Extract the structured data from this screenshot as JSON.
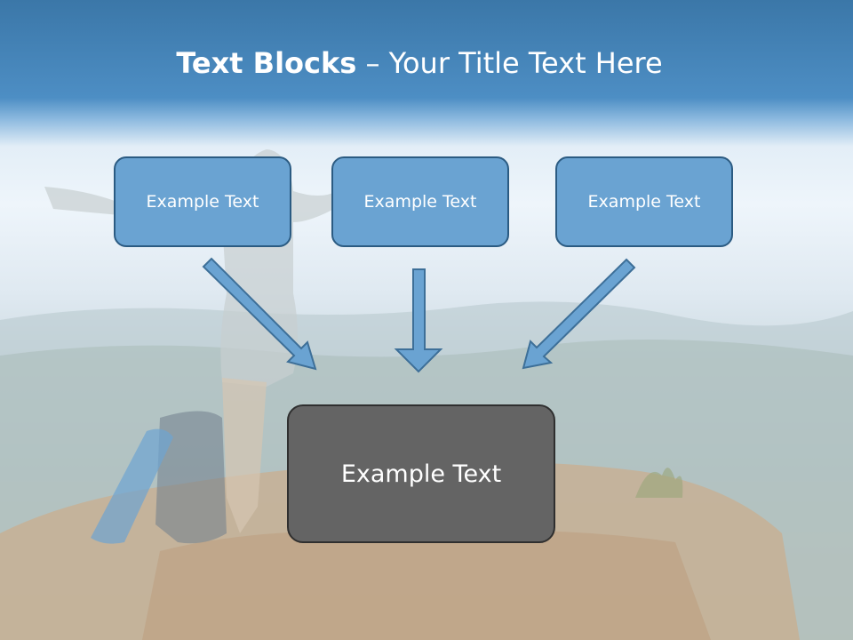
{
  "title": {
    "bold": "Text Blocks",
    "separator": " – ",
    "rest": "Your Title Text Here"
  },
  "top_boxes": [
    {
      "label": "Example Text"
    },
    {
      "label": "Example Text"
    },
    {
      "label": "Example Text"
    }
  ],
  "main_box": {
    "label": "Example Text"
  },
  "colors": {
    "header": "#3b77a8",
    "box_fill": "#6aa3d2",
    "box_border": "#2b5b82",
    "main_box_fill": "#646464",
    "arrow_fill": "#6aa3d2"
  }
}
